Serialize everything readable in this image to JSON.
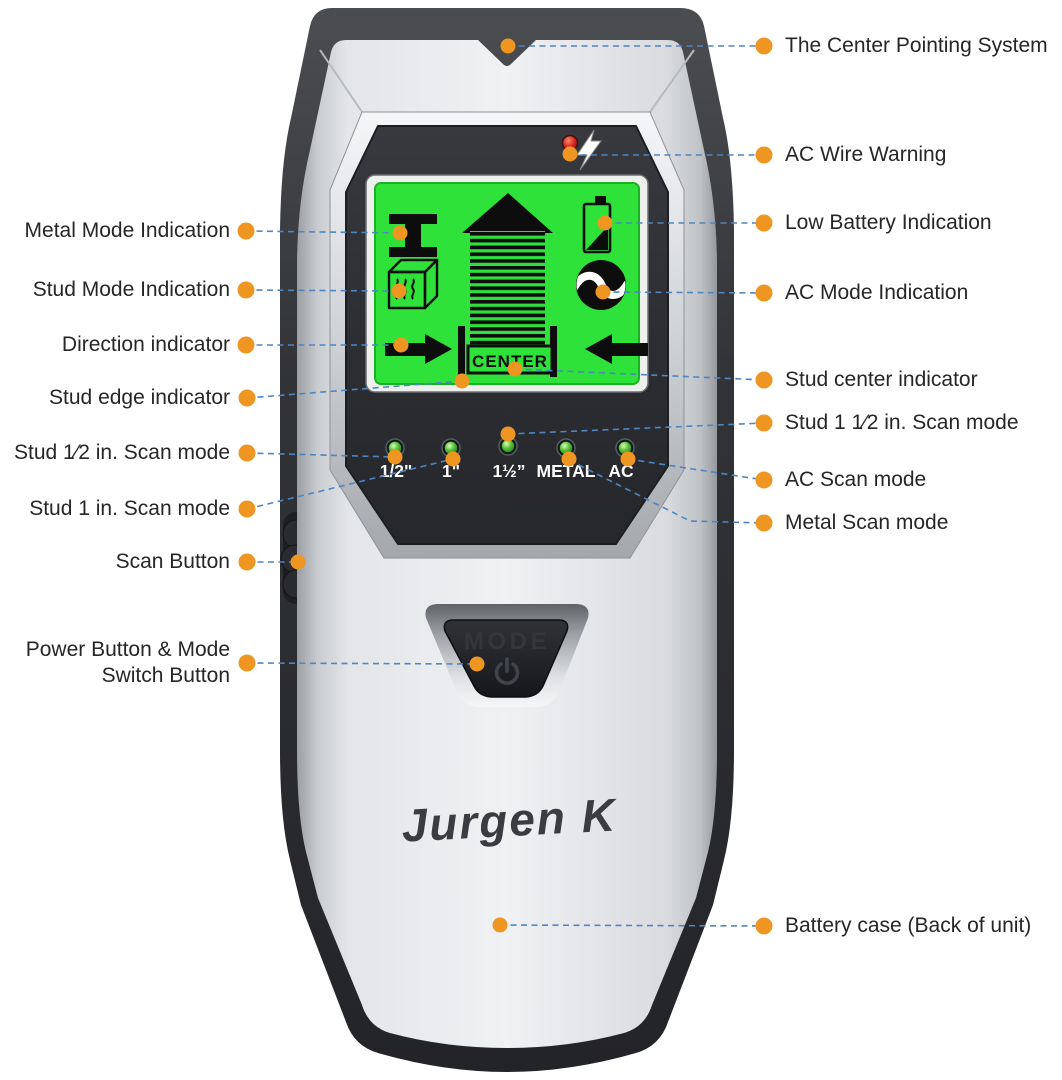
{
  "figure_type": "annotated-product-diagram",
  "device": {
    "brand": "Jurgen K",
    "mode_button_label": "MODE",
    "lcd": {
      "center_label": "CENTER"
    },
    "scan_mode_labels": [
      "1/2\"",
      "1\"",
      "1½”",
      "METAL",
      "AC"
    ]
  },
  "icons": {
    "display": [
      "metal-mode-icon",
      "stud-mode-icon",
      "direction-arrow-right-icon",
      "center-arrow-icon",
      "stud-edge-bars",
      "low-battery-icon",
      "ac-mode-icon",
      "direction-arrow-left-icon"
    ],
    "panel": [
      "ac-warning-led",
      "lightning-icon"
    ],
    "mode_button": [
      "power-icon"
    ],
    "top": [
      "center-pointing-notch"
    ]
  },
  "annotations": {
    "left": [
      {
        "label": "Metal Mode Indication"
      },
      {
        "label": "Stud Mode Indication"
      },
      {
        "label": "Direction indicator"
      },
      {
        "label": "Stud edge indicator"
      },
      {
        "label": "Stud 1⁄2 in. Scan mode"
      },
      {
        "label": "Stud 1 in. Scan mode"
      },
      {
        "label": "Scan Button"
      },
      {
        "label": "Power Button & Mode Switch Button"
      }
    ],
    "right": [
      {
        "label": "The Center Pointing System"
      },
      {
        "label": "AC Wire Warning"
      },
      {
        "label": "Low Battery Indication"
      },
      {
        "label": "AC Mode Indication"
      },
      {
        "label": "Stud center indicator"
      },
      {
        "label": "Stud 1 1⁄2 in. Scan mode"
      },
      {
        "label": "AC Scan mode"
      },
      {
        "label": "Metal Scan mode"
      },
      {
        "label": "Battery case (Back of unit)"
      }
    ]
  },
  "colors": {
    "background": "#FFFFFF",
    "annotation_dot": "#EE9621",
    "annotation_line": "#4D86C2",
    "lcd_green": "#2FE23A",
    "body_silver": "#D9DBDE",
    "body_dark": "#2E2F33",
    "warning_led_red": "#D92C1C"
  }
}
